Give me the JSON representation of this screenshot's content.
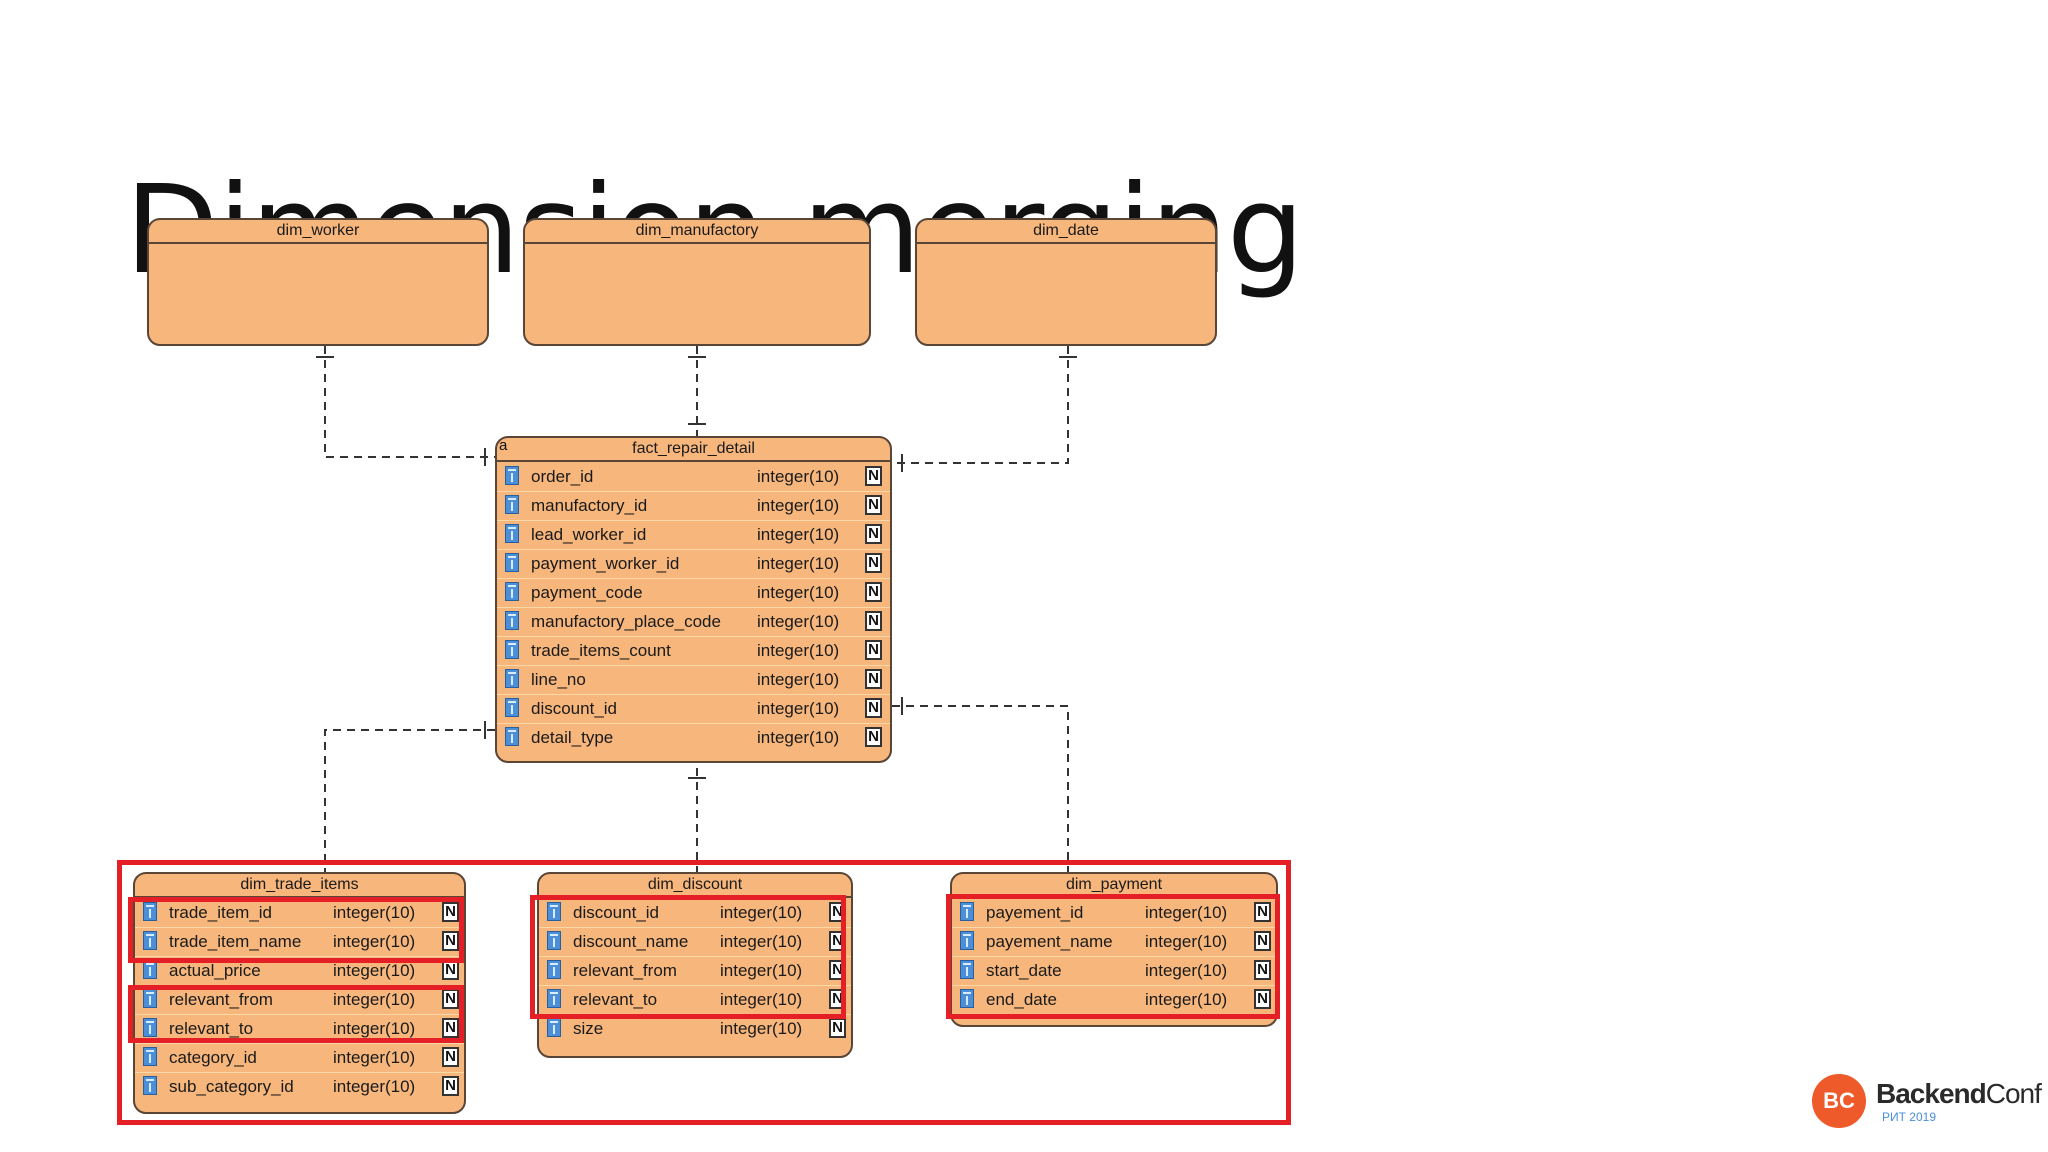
{
  "slide": {
    "title": "Dimension merging"
  },
  "entities": {
    "dim_worker": {
      "name": "dim_worker",
      "columns": []
    },
    "dim_manufactory": {
      "name": "dim_manufactory",
      "columns": []
    },
    "dim_date": {
      "name": "dim_date",
      "columns": []
    },
    "fact_repair_detail": {
      "name": "fact_repair_detail",
      "badge": "a",
      "columns": [
        {
          "name": "order_id",
          "type": "integer(10)",
          "null": "N"
        },
        {
          "name": "manufactory_id",
          "type": "integer(10)",
          "null": "N"
        },
        {
          "name": "lead_worker_id",
          "type": "integer(10)",
          "null": "N"
        },
        {
          "name": "payment_worker_id",
          "type": "integer(10)",
          "null": "N"
        },
        {
          "name": "payment_code",
          "type": "integer(10)",
          "null": "N"
        },
        {
          "name": "manufactory_place_code",
          "type": "integer(10)",
          "null": "N"
        },
        {
          "name": "trade_items_count",
          "type": "integer(10)",
          "null": "N"
        },
        {
          "name": "line_no",
          "type": "integer(10)",
          "null": "N"
        },
        {
          "name": "discount_id",
          "type": "integer(10)",
          "null": "N"
        },
        {
          "name": "detail_type",
          "type": "integer(10)",
          "null": "N"
        }
      ]
    },
    "dim_trade_items": {
      "name": "dim_trade_items",
      "columns": [
        {
          "name": "trade_item_id",
          "type": "integer(10)",
          "null": "N"
        },
        {
          "name": "trade_item_name",
          "type": "integer(10)",
          "null": "N"
        },
        {
          "name": "actual_price",
          "type": "integer(10)",
          "null": "N"
        },
        {
          "name": "relevant_from",
          "type": "integer(10)",
          "null": "N"
        },
        {
          "name": "relevant_to",
          "type": "integer(10)",
          "null": "N"
        },
        {
          "name": "category_id",
          "type": "integer(10)",
          "null": "N"
        },
        {
          "name": "sub_category_id",
          "type": "integer(10)",
          "null": "N"
        }
      ]
    },
    "dim_discount": {
      "name": "dim_discount",
      "columns": [
        {
          "name": "discount_id",
          "type": "integer(10)",
          "null": "N"
        },
        {
          "name": "discount_name",
          "type": "integer(10)",
          "null": "N"
        },
        {
          "name": "relevant_from",
          "type": "integer(10)",
          "null": "N"
        },
        {
          "name": "relevant_to",
          "type": "integer(10)",
          "null": "N"
        },
        {
          "name": "size",
          "type": "integer(10)",
          "null": "N"
        }
      ]
    },
    "dim_payment": {
      "name": "dim_payment",
      "columns": [
        {
          "name": "payement_id",
          "type": "integer(10)",
          "null": "N"
        },
        {
          "name": "payement_name",
          "type": "integer(10)",
          "null": "N"
        },
        {
          "name": "start_date",
          "type": "integer(10)",
          "null": "N"
        },
        {
          "name": "end_date",
          "type": "integer(10)",
          "null": "N"
        }
      ]
    }
  },
  "colors": {
    "entity_fill": "#f6b67c",
    "highlight": "#e51f26",
    "brand": "#ef5a2a"
  },
  "brand": {
    "logo": "BC",
    "name_bold": "Backend",
    "name_light": "Conf",
    "sub": "РИТ 2019"
  }
}
